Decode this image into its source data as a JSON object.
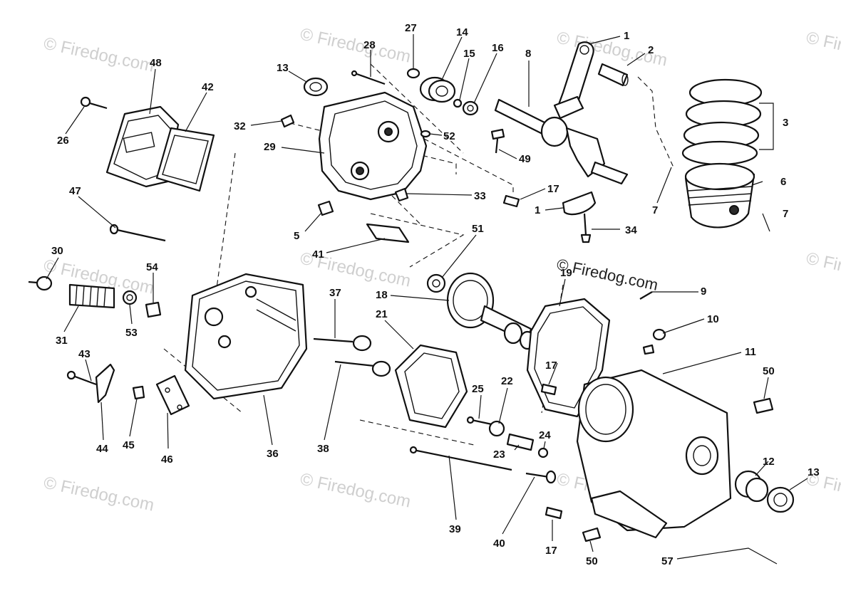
{
  "watermark": {
    "text": "© Firedog.com",
    "center_text": "© Firedog.com"
  },
  "parts": [
    {
      "id": "p1a",
      "label": "1"
    },
    {
      "id": "p2",
      "label": "2"
    },
    {
      "id": "p3",
      "label": "3"
    },
    {
      "id": "p6",
      "label": "6"
    },
    {
      "id": "p7a",
      "label": "7"
    },
    {
      "id": "p7b",
      "label": "7"
    },
    {
      "id": "p8",
      "label": "8"
    },
    {
      "id": "p1b",
      "label": "1"
    },
    {
      "id": "p17a",
      "label": "17"
    },
    {
      "id": "p34",
      "label": "34"
    },
    {
      "id": "p27",
      "label": "27"
    },
    {
      "id": "p14",
      "label": "14"
    },
    {
      "id": "p15",
      "label": "15"
    },
    {
      "id": "p16",
      "label": "16"
    },
    {
      "id": "p28",
      "label": "28"
    },
    {
      "id": "p13a",
      "label": "13"
    },
    {
      "id": "p32",
      "label": "32"
    },
    {
      "id": "p29",
      "label": "29"
    },
    {
      "id": "p52",
      "label": "52"
    },
    {
      "id": "p49",
      "label": "49"
    },
    {
      "id": "p33",
      "label": "33"
    },
    {
      "id": "p5",
      "label": "5"
    },
    {
      "id": "p41",
      "label": "41"
    },
    {
      "id": "p51",
      "label": "51"
    },
    {
      "id": "p48",
      "label": "48"
    },
    {
      "id": "p42",
      "label": "42"
    },
    {
      "id": "p26",
      "label": "26"
    },
    {
      "id": "p47",
      "label": "47"
    },
    {
      "id": "p30",
      "label": "30"
    },
    {
      "id": "p54",
      "label": "54"
    },
    {
      "id": "p31",
      "label": "31"
    },
    {
      "id": "p53",
      "label": "53"
    },
    {
      "id": "p37",
      "label": "37"
    },
    {
      "id": "p18",
      "label": "18"
    },
    {
      "id": "p21",
      "label": "21"
    },
    {
      "id": "p19",
      "label": "19"
    },
    {
      "id": "p9",
      "label": "9"
    },
    {
      "id": "p10",
      "label": "10"
    },
    {
      "id": "p11",
      "label": "11"
    },
    {
      "id": "p43",
      "label": "43"
    },
    {
      "id": "p44",
      "label": "44"
    },
    {
      "id": "p45",
      "label": "45"
    },
    {
      "id": "p46",
      "label": "46"
    },
    {
      "id": "p36",
      "label": "36"
    },
    {
      "id": "p38",
      "label": "38"
    },
    {
      "id": "p25",
      "label": "25"
    },
    {
      "id": "p22",
      "label": "22"
    },
    {
      "id": "p23",
      "label": "23"
    },
    {
      "id": "p24",
      "label": "24"
    },
    {
      "id": "p17b",
      "label": "17"
    },
    {
      "id": "p50a",
      "label": "50"
    },
    {
      "id": "p12",
      "label": "12"
    },
    {
      "id": "p13b",
      "label": "13"
    },
    {
      "id": "p39",
      "label": "39"
    },
    {
      "id": "p40",
      "label": "40"
    },
    {
      "id": "p17c",
      "label": "17"
    },
    {
      "id": "p50b",
      "label": "50"
    },
    {
      "id": "p57",
      "label": "57"
    }
  ]
}
